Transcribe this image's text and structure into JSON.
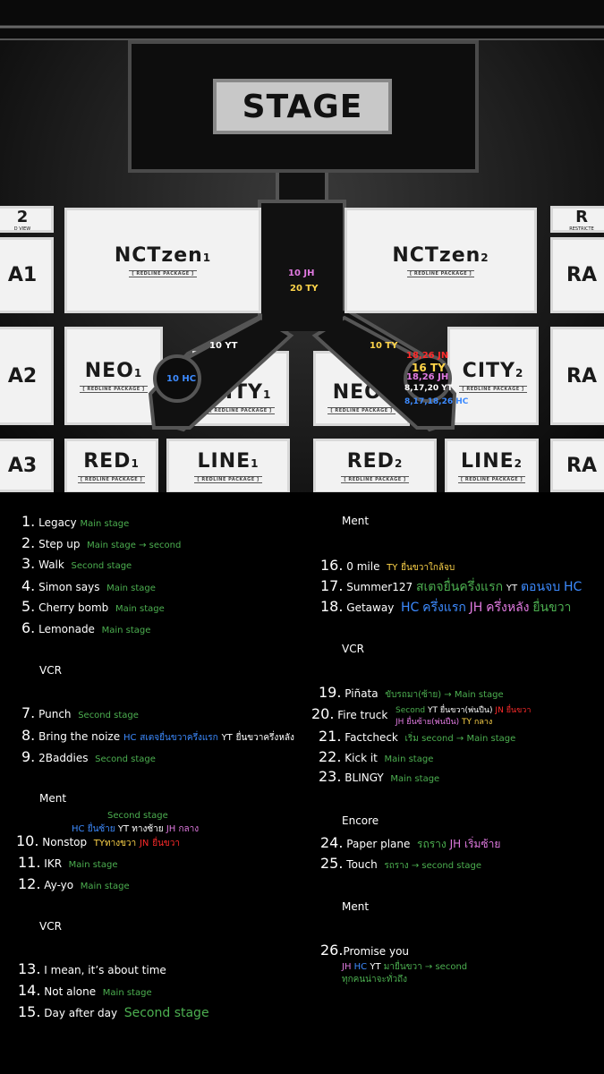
{
  "map": {
    "stage": "STAGE",
    "blocks": {
      "nctzen1": {
        "name": "NCTzen",
        "num": "1",
        "sub": "[ REDLINE PACKAGE ]"
      },
      "nctzen2": {
        "name": "NCTzen",
        "num": "2",
        "sub": "[ REDLINE PACKAGE ]"
      },
      "neo1": {
        "name": "NEO",
        "num": "1",
        "sub": "[ REDLINE PACKAGE ]"
      },
      "city1": {
        "name": "CITY",
        "num": "1",
        "sub": "[ REDLINE PACKAGE ]"
      },
      "neo2": {
        "name": "NEO",
        "num": "2",
        "sub": "[ REDLINE PACKAGE ]"
      },
      "city2": {
        "name": "CITY",
        "num": "2",
        "sub": "[ REDLINE PACKAGE ]"
      },
      "red1": {
        "name": "RED",
        "num": "1",
        "sub": "[ REDLINE PACKAGE ]"
      },
      "line1": {
        "name": "LINE",
        "num": "1",
        "sub": "[ REDLINE PACKAGE ]"
      },
      "red2": {
        "name": "RED",
        "num": "2",
        "sub": "[ REDLINE PACKAGE ]"
      },
      "line2": {
        "name": "LINE",
        "num": "2",
        "sub": "[ REDLINE PACKAGE ]"
      }
    },
    "side_left": [
      "2",
      "A1",
      "A2",
      "A3"
    ],
    "side_left_sub": "D VIEW",
    "side_right": [
      "R",
      "RA",
      "RA",
      "RA"
    ],
    "side_right_sub": "RESTRICTE",
    "markers": {
      "jh10": "10 JH",
      "ty20": "20 TY",
      "yt10": "10 YT",
      "hc10": "10 HC",
      "ty10": "10 TY",
      "jn_red": "18,26 JN",
      "ty16": "16 TY",
      "jh1826": "18,26 JH",
      "yt81720": "8,17,20 YT",
      "hc_blue": "8,17,18,26 HC"
    }
  },
  "setlist": {
    "left": {
      "s1": {
        "n": "1.",
        "t": "Legacy",
        "a": "Main stage"
      },
      "s2": {
        "n": "2.",
        "t": "Step up",
        "a": "Main stage → second"
      },
      "s3": {
        "n": "3.",
        "t": "Walk",
        "a": "Second stage"
      },
      "s4": {
        "n": "4.",
        "t": "Simon says",
        "a": "Main stage"
      },
      "s5": {
        "n": "5.",
        "t": "Cherry bomb",
        "a": "Main stage"
      },
      "s6": {
        "n": "6.",
        "t": "Lemonade",
        "a": "Main stage"
      },
      "vcr1": "VCR",
      "s7": {
        "n": "7.",
        "t": "Punch",
        "a": "Second stage"
      },
      "s8": {
        "n": "8.",
        "t": "Bring the noize",
        "hc": "HC",
        "hc_t": "สเตจยื่นขวาครึ่งแรก",
        "yt": "YT",
        "yt_t": "ยื่นขวาครึ่งหลัง"
      },
      "s9": {
        "n": "9.",
        "t": "2Baddies",
        "a": "Second stage"
      },
      "ment1": "Ment",
      "s10": {
        "n": "10.",
        "t": "Nonstop",
        "l1": "Second stage",
        "hc": "HC",
        "hc_t": "ยื่นซ้าย",
        "yt": "YT",
        "yt_t": "ทางซ้าย",
        "jh": "JH",
        "jh_t": "กลาง",
        "ty": "TY",
        "ty_t": "ทางขวา",
        "jn": "JN",
        "jn_t": "ยื่นขวา"
      },
      "s11": {
        "n": "11.",
        "t": "IKR",
        "a": "Main stage"
      },
      "s12": {
        "n": "12.",
        "t": "Ay-yo",
        "a": "Main stage"
      },
      "vcr2": "VCR",
      "s13": {
        "n": "13.",
        "t": "I mean, it’s about time"
      },
      "s14": {
        "n": "14.",
        "t": "Not alone",
        "a": "Main stage"
      },
      "s15": {
        "n": "15.",
        "t": "Day after day",
        "a": "Second stage"
      }
    },
    "right": {
      "ment2": "Ment",
      "s16": {
        "n": "16.",
        "t": "0 mile",
        "ty": "TY",
        "ty_t": "ยื่นขวาใกล้จบ"
      },
      "s17": {
        "n": "17.",
        "t": "Summer127",
        "g_t": "สเตจยื่นครึ่งแรก",
        "yt": "YT",
        "b_t": "ตอนจบ",
        "hc": "HC"
      },
      "s18": {
        "n": "18.",
        "t": "Getaway",
        "hc": "HC",
        "hc_t": "ครึ่งแรก",
        "jh": "JH",
        "jh_t": "ครึ่งหลัง",
        "g_t": "ยื่นขวา"
      },
      "vcr3": "VCR",
      "s19": {
        "n": "19.",
        "t": "Piñata",
        "a": "ขับรถมา(ซ้าย) → Main stage"
      },
      "s20": {
        "n": "20.",
        "t": "Fire truck",
        "l1_a": "Second",
        "yt": "YT",
        "yt_t": "ยื่นขวา(พ่นปืน)",
        "jn": "JN",
        "jn_t": "ยื่นขวา",
        "jh": "JH",
        "jh_t": "ยื่นซ้าย(พ่นปืน)",
        "ty": "TY",
        "ty_t": "กลาง"
      },
      "s21": {
        "n": "21.",
        "t": "Factcheck",
        "a": "เริ่ม second → Main stage"
      },
      "s22": {
        "n": "22.",
        "t": "Kick it",
        "a": "Main stage"
      },
      "s23": {
        "n": "23.",
        "t": "BLINGY",
        "a": "Main stage"
      },
      "encore": "Encore",
      "s24": {
        "n": "24.",
        "t": "Paper plane",
        "a": "รถราง",
        "jh": "JH",
        "jh_t": "เริ่มซ้าย"
      },
      "s25": {
        "n": "25.",
        "t": "Touch",
        "a": "รถราง → second stage"
      },
      "ment3": "Ment",
      "s26": {
        "n": "26.",
        "t": "Promise you",
        "jh": "JH",
        "hc": "HC",
        "yt": "YT",
        "g_t": "มายื่นขวา → second",
        "g2": "ทุกคนน่าจะทั่วถึง"
      }
    }
  }
}
